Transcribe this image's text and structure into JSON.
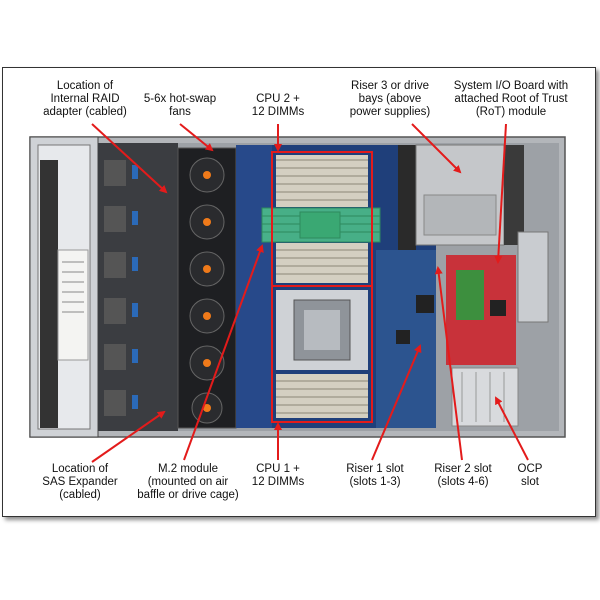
{
  "labels": {
    "raid": [
      "Location of",
      "Internal RAID",
      "adapter (cabled)"
    ],
    "fans": [
      "5-6x hot-swap",
      "fans"
    ],
    "cpu2": [
      "CPU 2 +",
      "12 DIMMs"
    ],
    "riser3": [
      "Riser 3 or drive",
      "bays (above",
      "power supplies)"
    ],
    "sysio": [
      "System I/O Board with",
      "attached Root of Trust",
      "(RoT) module"
    ],
    "sas": [
      "Location of",
      "SAS Expander",
      "(cabled)"
    ],
    "m2": [
      "M.2 module",
      "(mounted on air",
      "baffle or drive cage)"
    ],
    "cpu1": [
      "CPU 1 +",
      "12 DIMMs"
    ],
    "riser1": [
      "Riser 1 slot",
      "(slots 1-3)"
    ],
    "riser2": [
      "Riser 2 slot",
      "(slots 4-6)"
    ],
    "ocp": [
      "OCP",
      "slot"
    ]
  },
  "colors": {
    "arrow": "#e31b1b",
    "highlight_box": "#e31b1b",
    "board": "#1f3f7a",
    "chassis": "#a9acb0",
    "io_board": "#c8323a",
    "m2_module": "#4fc38a"
  }
}
